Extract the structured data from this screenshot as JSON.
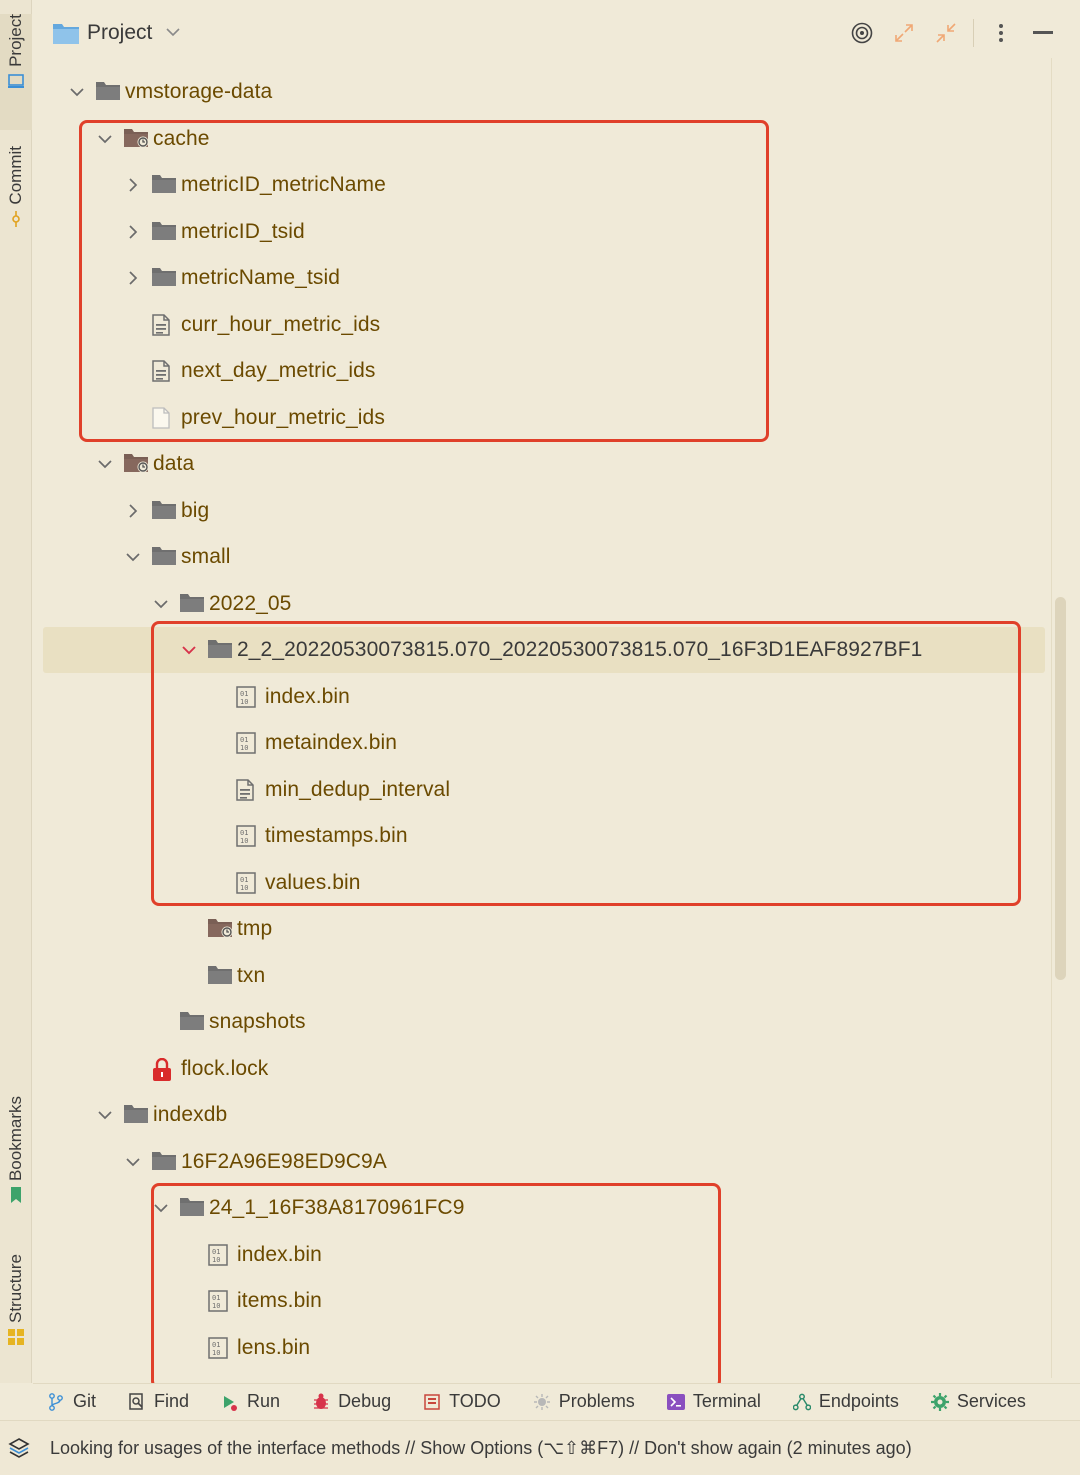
{
  "header": {
    "title": "Project"
  },
  "side_tabs": {
    "project": "Project",
    "commit": "Commit",
    "bookmarks": "Bookmarks",
    "structure": "Structure"
  },
  "tree": [
    {
      "label": "vmstorage-data",
      "depth": 0,
      "kind": "folder",
      "expanded": true
    },
    {
      "label": "cache",
      "depth": 1,
      "kind": "folder-special",
      "expanded": true
    },
    {
      "label": "metricID_metricName",
      "depth": 2,
      "kind": "folder",
      "expanded": false
    },
    {
      "label": "metricID_tsid",
      "depth": 2,
      "kind": "folder",
      "expanded": false
    },
    {
      "label": "metricName_tsid",
      "depth": 2,
      "kind": "folder",
      "expanded": false
    },
    {
      "label": "curr_hour_metric_ids",
      "depth": 2,
      "kind": "text-file"
    },
    {
      "label": "next_day_metric_ids",
      "depth": 2,
      "kind": "text-file"
    },
    {
      "label": "prev_hour_metric_ids",
      "depth": 2,
      "kind": "empty-file"
    },
    {
      "label": "data",
      "depth": 1,
      "kind": "folder-special",
      "expanded": true
    },
    {
      "label": "big",
      "depth": 2,
      "kind": "folder",
      "expanded": false
    },
    {
      "label": "small",
      "depth": 2,
      "kind": "folder",
      "expanded": true
    },
    {
      "label": "2022_05",
      "depth": 3,
      "kind": "folder",
      "expanded": true
    },
    {
      "label": "2_2_20220530073815.070_20220530073815.070_16F3D1EAF8927BF1",
      "depth": 4,
      "kind": "folder",
      "expanded": true,
      "selected": true
    },
    {
      "label": "index.bin",
      "depth": 5,
      "kind": "binary-file"
    },
    {
      "label": "metaindex.bin",
      "depth": 5,
      "kind": "binary-file"
    },
    {
      "label": "min_dedup_interval",
      "depth": 5,
      "kind": "text-file"
    },
    {
      "label": "timestamps.bin",
      "depth": 5,
      "kind": "binary-file"
    },
    {
      "label": "values.bin",
      "depth": 5,
      "kind": "binary-file"
    },
    {
      "label": "tmp",
      "depth": 4,
      "kind": "folder-special"
    },
    {
      "label": "txn",
      "depth": 4,
      "kind": "folder"
    },
    {
      "label": "snapshots",
      "depth": 3,
      "kind": "folder"
    },
    {
      "label": "flock.lock",
      "depth": 2,
      "kind": "lock-file"
    },
    {
      "label": "indexdb",
      "depth": 1,
      "kind": "folder",
      "expanded": true
    },
    {
      "label": "16F2A96E98ED9C9A",
      "depth": 2,
      "kind": "folder",
      "expanded": true
    },
    {
      "label": "24_1_16F38A8170961FC9",
      "depth": 3,
      "kind": "folder",
      "expanded": true
    },
    {
      "label": "index.bin",
      "depth": 4,
      "kind": "binary-file"
    },
    {
      "label": "items.bin",
      "depth": 4,
      "kind": "binary-file"
    },
    {
      "label": "lens.bin",
      "depth": 4,
      "kind": "binary-file"
    }
  ],
  "bottom_tabs": [
    {
      "label": "Git",
      "icon": "git-branch-icon"
    },
    {
      "label": "Find",
      "icon": "find-icon"
    },
    {
      "label": "Run",
      "icon": "run-icon"
    },
    {
      "label": "Debug",
      "icon": "debug-bug-icon"
    },
    {
      "label": "TODO",
      "icon": "todo-icon"
    },
    {
      "label": "Problems",
      "icon": "problems-icon"
    },
    {
      "label": "Terminal",
      "icon": "terminal-icon"
    },
    {
      "label": "Endpoints",
      "icon": "endpoints-icon"
    },
    {
      "label": "Services",
      "icon": "services-gear-icon"
    }
  ],
  "status": {
    "message": "Looking for usages of the interface methods // Show Options (⌥⇧⌘F7) // Don't show again (2 minutes ago)"
  },
  "colors": {
    "background": "#f0ead8",
    "folder": "#6d6d6d",
    "label": "#6b4a00",
    "highlight_box": "#e0402a",
    "selected_row": "#e9e0c2"
  }
}
